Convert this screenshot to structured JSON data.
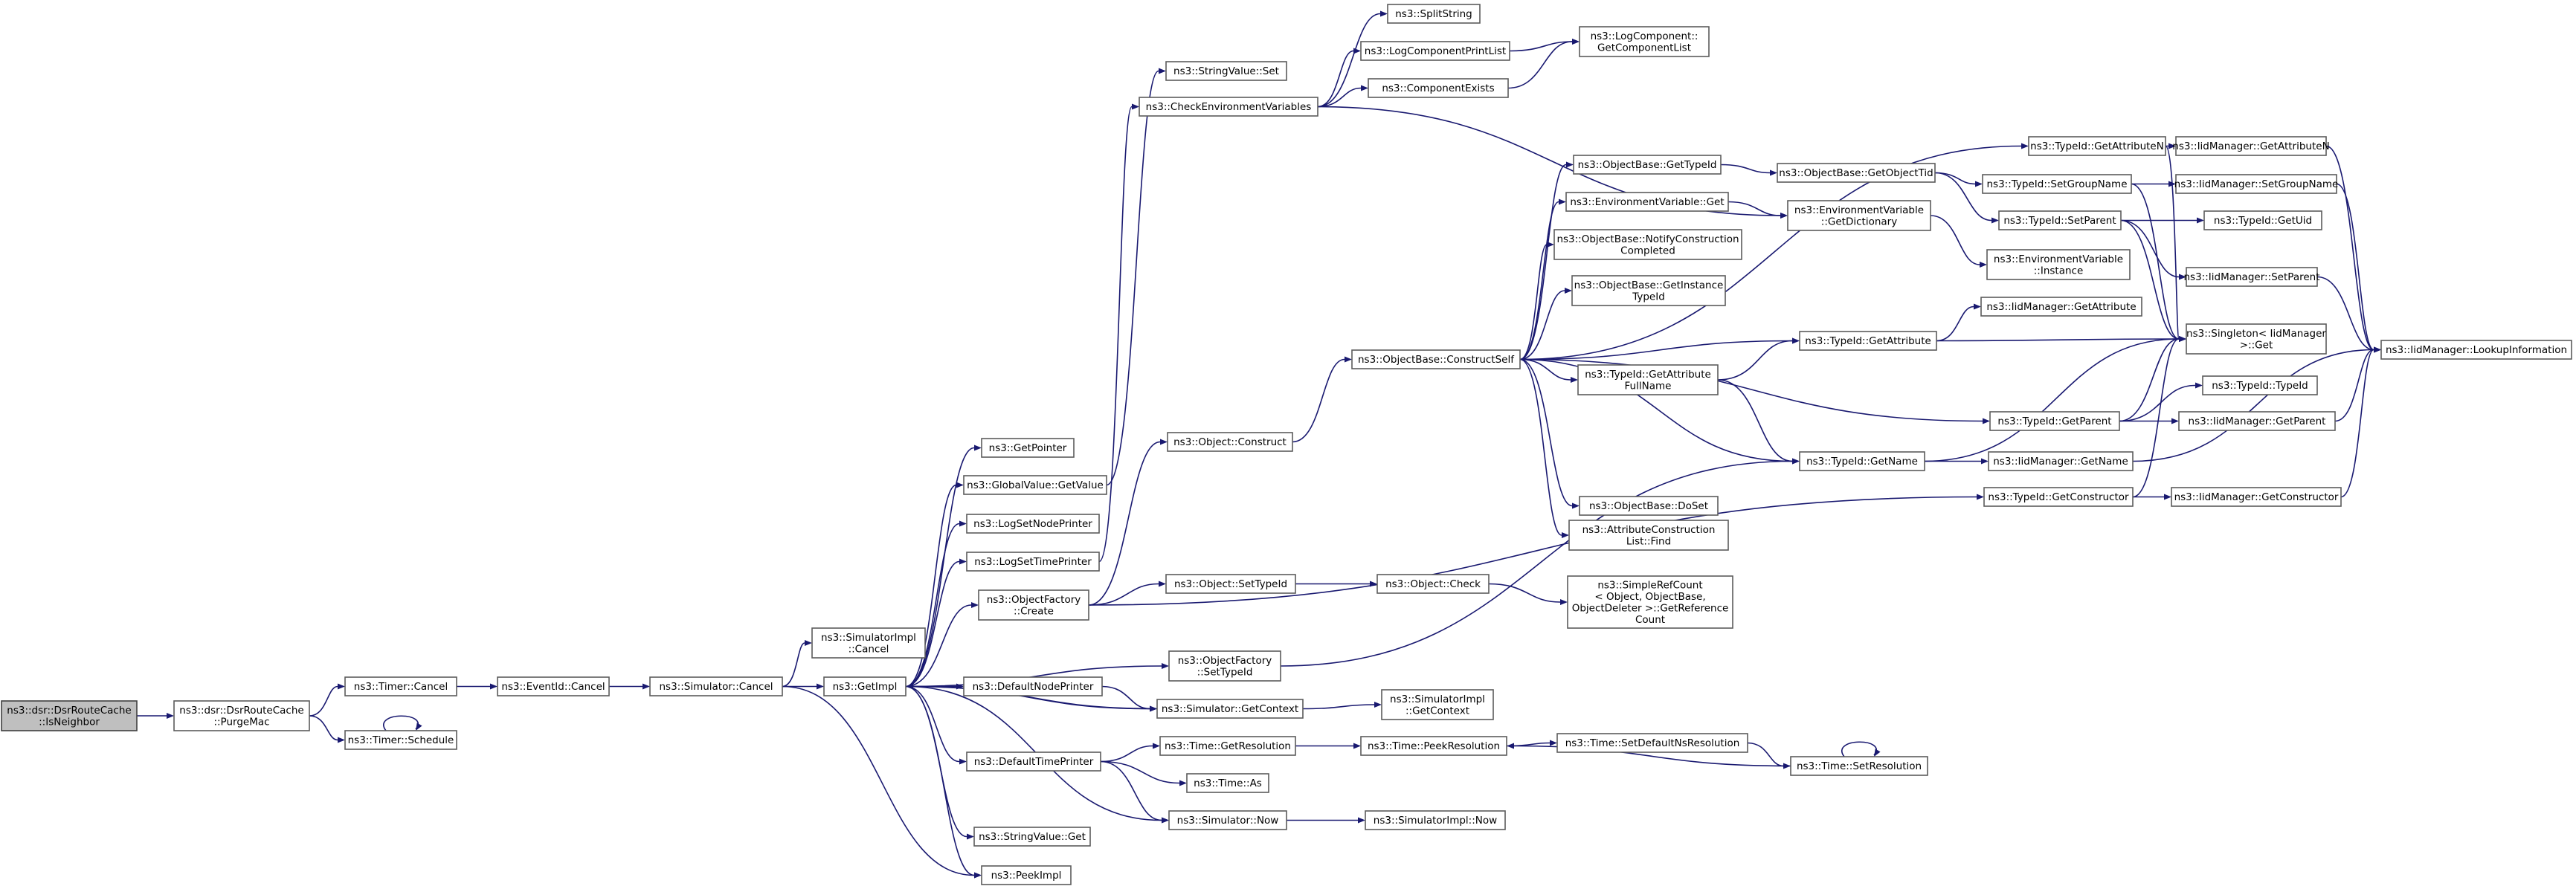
{
  "diagram": {
    "type": "call-graph",
    "colors": {
      "edge": "#191970",
      "root_fill": "#bfbfbf",
      "node_fill": "#ffffff",
      "node_border": "#5c5c5c"
    },
    "nodes": [
      {
        "id": "isNeighbor",
        "lines": [
          "ns3::dsr::DsrRouteCache",
          "::IsNeighbor"
        ],
        "root": true
      },
      {
        "id": "purgeMac",
        "lines": [
          "ns3::dsr::DsrRouteCache",
          "::PurgeMac"
        ]
      },
      {
        "id": "timerCancel",
        "lines": [
          "ns3::Timer::Cancel"
        ]
      },
      {
        "id": "timerSchedule",
        "lines": [
          "ns3::Timer::Schedule"
        ]
      },
      {
        "id": "eventIdCancel",
        "lines": [
          "ns3::EventId::Cancel"
        ]
      },
      {
        "id": "simCancel",
        "lines": [
          "ns3::Simulator::Cancel"
        ]
      },
      {
        "id": "simImplCancel",
        "lines": [
          "ns3::SimulatorImpl",
          "::Cancel"
        ]
      },
      {
        "id": "getImpl",
        "lines": [
          "ns3::GetImpl"
        ]
      },
      {
        "id": "peekImpl",
        "lines": [
          "ns3::PeekImpl"
        ]
      },
      {
        "id": "getPointer",
        "lines": [
          "ns3::GetPointer"
        ]
      },
      {
        "id": "gvGetValue",
        "lines": [
          "ns3::GlobalValue::GetValue"
        ]
      },
      {
        "id": "logSetNodePrinter",
        "lines": [
          "ns3::LogSetNodePrinter"
        ]
      },
      {
        "id": "logSetTimePrinter",
        "lines": [
          "ns3::LogSetTimePrinter"
        ]
      },
      {
        "id": "objFactoryCreate",
        "lines": [
          "ns3::ObjectFactory",
          "::Create"
        ]
      },
      {
        "id": "objFactorySetTypeId",
        "lines": [
          "ns3::ObjectFactory",
          "::SetTypeId"
        ]
      },
      {
        "id": "defaultNodePrinter",
        "lines": [
          "ns3::DefaultNodePrinter"
        ]
      },
      {
        "id": "defaultTimePrinter",
        "lines": [
          "ns3::DefaultTimePrinter"
        ]
      },
      {
        "id": "stringValueGet",
        "lines": [
          "ns3::StringValue::Get"
        ]
      },
      {
        "id": "stringValueSet",
        "lines": [
          "ns3::StringValue::Set"
        ]
      },
      {
        "id": "checkEnv",
        "lines": [
          "ns3::CheckEnvironmentVariables"
        ]
      },
      {
        "id": "splitString",
        "lines": [
          "ns3::SplitString"
        ]
      },
      {
        "id": "logCompPrintList",
        "lines": [
          "ns3::LogComponentPrintList"
        ]
      },
      {
        "id": "componentExists",
        "lines": [
          "ns3::ComponentExists"
        ]
      },
      {
        "id": "logCompGetList",
        "lines": [
          "ns3::LogComponent::",
          "GetComponentList"
        ]
      },
      {
        "id": "objectConstruct",
        "lines": [
          "ns3::Object::Construct"
        ]
      },
      {
        "id": "objectSetTypeId",
        "lines": [
          "ns3::Object::SetTypeId"
        ]
      },
      {
        "id": "objectCheck",
        "lines": [
          "ns3::Object::Check"
        ]
      },
      {
        "id": "simpleRefCount",
        "lines": [
          "ns3::SimpleRefCount",
          "< Object, ObjectBase,",
          "ObjectDeleter >::GetReference",
          "Count"
        ]
      },
      {
        "id": "simGetContext",
        "lines": [
          "ns3::Simulator::GetContext"
        ]
      },
      {
        "id": "simImplGetContext",
        "lines": [
          "ns3::SimulatorImpl",
          "::GetContext"
        ]
      },
      {
        "id": "timeGetResolution",
        "lines": [
          "ns3::Time::GetResolution"
        ]
      },
      {
        "id": "timeAs",
        "lines": [
          "ns3::Time::As"
        ]
      },
      {
        "id": "simNow",
        "lines": [
          "ns3::Simulator::Now"
        ]
      },
      {
        "id": "simImplNow",
        "lines": [
          "ns3::SimulatorImpl::Now"
        ]
      },
      {
        "id": "timePeekResolution",
        "lines": [
          "ns3::Time::PeekResolution"
        ]
      },
      {
        "id": "timeSetDefaultNs",
        "lines": [
          "ns3::Time::SetDefaultNsResolution"
        ]
      },
      {
        "id": "timeSetResolution",
        "lines": [
          "ns3::Time::SetResolution"
        ]
      },
      {
        "id": "constructSelf",
        "lines": [
          "ns3::ObjectBase::ConstructSelf"
        ]
      },
      {
        "id": "obGetTypeId",
        "lines": [
          "ns3::ObjectBase::GetTypeId"
        ]
      },
      {
        "id": "envVarGet",
        "lines": [
          "ns3::EnvironmentVariable::Get"
        ]
      },
      {
        "id": "obNotify",
        "lines": [
          "ns3::ObjectBase::NotifyConstruction",
          "Completed"
        ]
      },
      {
        "id": "obGetInstance",
        "lines": [
          "ns3::ObjectBase::GetInstance",
          "TypeId"
        ]
      },
      {
        "id": "tidGetAttrFullName",
        "lines": [
          "ns3::TypeId::GetAttribute",
          "FullName"
        ]
      },
      {
        "id": "obDoSet",
        "lines": [
          "ns3::ObjectBase::DoSet"
        ]
      },
      {
        "id": "attrConstrFind",
        "lines": [
          "ns3::AttributeConstruction",
          "List::Find"
        ]
      },
      {
        "id": "obGetObjectTid",
        "lines": [
          "ns3::ObjectBase::GetObjectTid"
        ]
      },
      {
        "id": "envVarGetDict",
        "lines": [
          "ns3::EnvironmentVariable",
          "::GetDictionary"
        ]
      },
      {
        "id": "tidGetAttribute",
        "lines": [
          "ns3::TypeId::GetAttribute"
        ]
      },
      {
        "id": "tidGetName",
        "lines": [
          "ns3::TypeId::GetName"
        ]
      },
      {
        "id": "tidGetAttributeN",
        "lines": [
          "ns3::TypeId::GetAttributeN"
        ]
      },
      {
        "id": "tidSetGroupName",
        "lines": [
          "ns3::TypeId::SetGroupName"
        ]
      },
      {
        "id": "tidSetParent",
        "lines": [
          "ns3::TypeId::SetParent"
        ]
      },
      {
        "id": "envVarInstance",
        "lines": [
          "ns3::EnvironmentVariable",
          "::Instance"
        ]
      },
      {
        "id": "iidGetAttribute",
        "lines": [
          "ns3::IidManager::GetAttribute"
        ]
      },
      {
        "id": "tidGetParent",
        "lines": [
          "ns3::TypeId::GetParent"
        ]
      },
      {
        "id": "iidGetName",
        "lines": [
          "ns3::IidManager::GetName"
        ]
      },
      {
        "id": "tidGetConstructor",
        "lines": [
          "ns3::TypeId::GetConstructor"
        ]
      },
      {
        "id": "iidGetAttributeN",
        "lines": [
          "ns3::IidManager::GetAttributeN"
        ]
      },
      {
        "id": "iidSetGroupName",
        "lines": [
          "ns3::IidManager::SetGroupName"
        ]
      },
      {
        "id": "tidGetUid",
        "lines": [
          "ns3::TypeId::GetUid"
        ]
      },
      {
        "id": "iidSetParent",
        "lines": [
          "ns3::IidManager::SetParent"
        ]
      },
      {
        "id": "singletonGet",
        "lines": [
          "ns3::Singleton< IidManager",
          ">::Get"
        ]
      },
      {
        "id": "tidTypeId",
        "lines": [
          "ns3::TypeId::TypeId"
        ]
      },
      {
        "id": "iidGetParent",
        "lines": [
          "ns3::IidManager::GetParent"
        ]
      },
      {
        "id": "iidGetConstructor",
        "lines": [
          "ns3::IidManager::GetConstructor"
        ]
      },
      {
        "id": "iidLookup",
        "lines": [
          "ns3::IidManager::LookupInformation"
        ]
      }
    ],
    "edges": [
      [
        "isNeighbor",
        "purgeMac"
      ],
      [
        "purgeMac",
        "timerCancel"
      ],
      [
        "purgeMac",
        "timerSchedule"
      ],
      [
        "timerSchedule",
        "timerSchedule"
      ],
      [
        "timerCancel",
        "eventIdCancel"
      ],
      [
        "eventIdCancel",
        "simCancel"
      ],
      [
        "simCancel",
        "simImplCancel"
      ],
      [
        "simCancel",
        "getImpl"
      ],
      [
        "simCancel",
        "peekImpl"
      ],
      [
        "getImpl",
        "getPointer"
      ],
      [
        "getImpl",
        "gvGetValue"
      ],
      [
        "getImpl",
        "logSetNodePrinter"
      ],
      [
        "getImpl",
        "logSetTimePrinter"
      ],
      [
        "getImpl",
        "objFactoryCreate"
      ],
      [
        "getImpl",
        "objFactorySetTypeId"
      ],
      [
        "getImpl",
        "defaultNodePrinter"
      ],
      [
        "getImpl",
        "simGetContext"
      ],
      [
        "getImpl",
        "defaultTimePrinter"
      ],
      [
        "getImpl",
        "simNow"
      ],
      [
        "getImpl",
        "stringValueGet"
      ],
      [
        "getImpl",
        "peekImpl"
      ],
      [
        "gvGetValue",
        "stringValueSet"
      ],
      [
        "logSetTimePrinter",
        "checkEnv"
      ],
      [
        "checkEnv",
        "splitString"
      ],
      [
        "checkEnv",
        "logCompPrintList"
      ],
      [
        "checkEnv",
        "componentExists"
      ],
      [
        "checkEnv",
        "envVarGetDict"
      ],
      [
        "logCompPrintList",
        "logCompGetList"
      ],
      [
        "componentExists",
        "logCompGetList"
      ],
      [
        "objFactoryCreate",
        "objectConstruct"
      ],
      [
        "objFactoryCreate",
        "objectSetTypeId"
      ],
      [
        "objFactoryCreate",
        "tidGetConstructor"
      ],
      [
        "objFactorySetTypeId",
        "tidGetName"
      ],
      [
        "objectConstruct",
        "constructSelf"
      ],
      [
        "objectSetTypeId",
        "objectCheck"
      ],
      [
        "objectCheck",
        "simpleRefCount"
      ],
      [
        "defaultNodePrinter",
        "simGetContext"
      ],
      [
        "simGetContext",
        "simImplGetContext"
      ],
      [
        "simGetContext",
        "getImpl"
      ],
      [
        "defaultTimePrinter",
        "timeGetResolution"
      ],
      [
        "defaultTimePrinter",
        "timeAs"
      ],
      [
        "defaultTimePrinter",
        "simNow"
      ],
      [
        "timeGetResolution",
        "timePeekResolution"
      ],
      [
        "simNow",
        "simImplNow"
      ],
      [
        "timePeekResolution",
        "timeSetDefaultNs"
      ],
      [
        "timeSetDefaultNs",
        "timeSetResolution"
      ],
      [
        "timeSetResolution",
        "timeSetResolution"
      ],
      [
        "timeSetResolution",
        "timePeekResolution"
      ],
      [
        "constructSelf",
        "tidGetAttributeN"
      ],
      [
        "constructSelf",
        "obGetTypeId"
      ],
      [
        "constructSelf",
        "envVarGet"
      ],
      [
        "constructSelf",
        "obNotify"
      ],
      [
        "constructSelf",
        "obGetInstance"
      ],
      [
        "constructSelf",
        "tidGetAttribute"
      ],
      [
        "constructSelf",
        "tidGetAttrFullName"
      ],
      [
        "constructSelf",
        "tidGetParent"
      ],
      [
        "constructSelf",
        "tidGetName"
      ],
      [
        "constructSelf",
        "obDoSet"
      ],
      [
        "constructSelf",
        "attrConstrFind"
      ],
      [
        "obGetTypeId",
        "obGetObjectTid"
      ],
      [
        "obGetObjectTid",
        "tidSetGroupName"
      ],
      [
        "obGetObjectTid",
        "tidSetParent"
      ],
      [
        "envVarGet",
        "envVarGetDict"
      ],
      [
        "envVarGetDict",
        "envVarInstance"
      ],
      [
        "tidGetAttrFullName",
        "tidGetAttribute"
      ],
      [
        "tidGetAttrFullName",
        "tidGetName"
      ],
      [
        "tidGetAttribute",
        "iidGetAttribute"
      ],
      [
        "tidGetAttribute",
        "singletonGet"
      ],
      [
        "tidGetName",
        "singletonGet"
      ],
      [
        "tidGetName",
        "iidGetName"
      ],
      [
        "tidGetAttributeN",
        "iidGetAttributeN"
      ],
      [
        "tidGetAttributeN",
        "singletonGet"
      ],
      [
        "tidSetGroupName",
        "iidSetGroupName"
      ],
      [
        "tidSetGroupName",
        "singletonGet"
      ],
      [
        "tidSetParent",
        "tidGetUid"
      ],
      [
        "tidSetParent",
        "iidSetParent"
      ],
      [
        "tidSetParent",
        "singletonGet"
      ],
      [
        "tidGetParent",
        "singletonGet"
      ],
      [
        "tidGetParent",
        "tidTypeId"
      ],
      [
        "tidGetParent",
        "iidGetParent"
      ],
      [
        "tidGetConstructor",
        "singletonGet"
      ],
      [
        "tidGetConstructor",
        "iidGetConstructor"
      ],
      [
        "iidGetAttributeN",
        "iidLookup"
      ],
      [
        "iidSetGroupName",
        "iidLookup"
      ],
      [
        "iidSetParent",
        "iidLookup"
      ],
      [
        "iidGetParent",
        "iidLookup"
      ],
      [
        "iidGetName",
        "iidLookup"
      ],
      [
        "iidGetConstructor",
        "iidLookup"
      ]
    ]
  }
}
